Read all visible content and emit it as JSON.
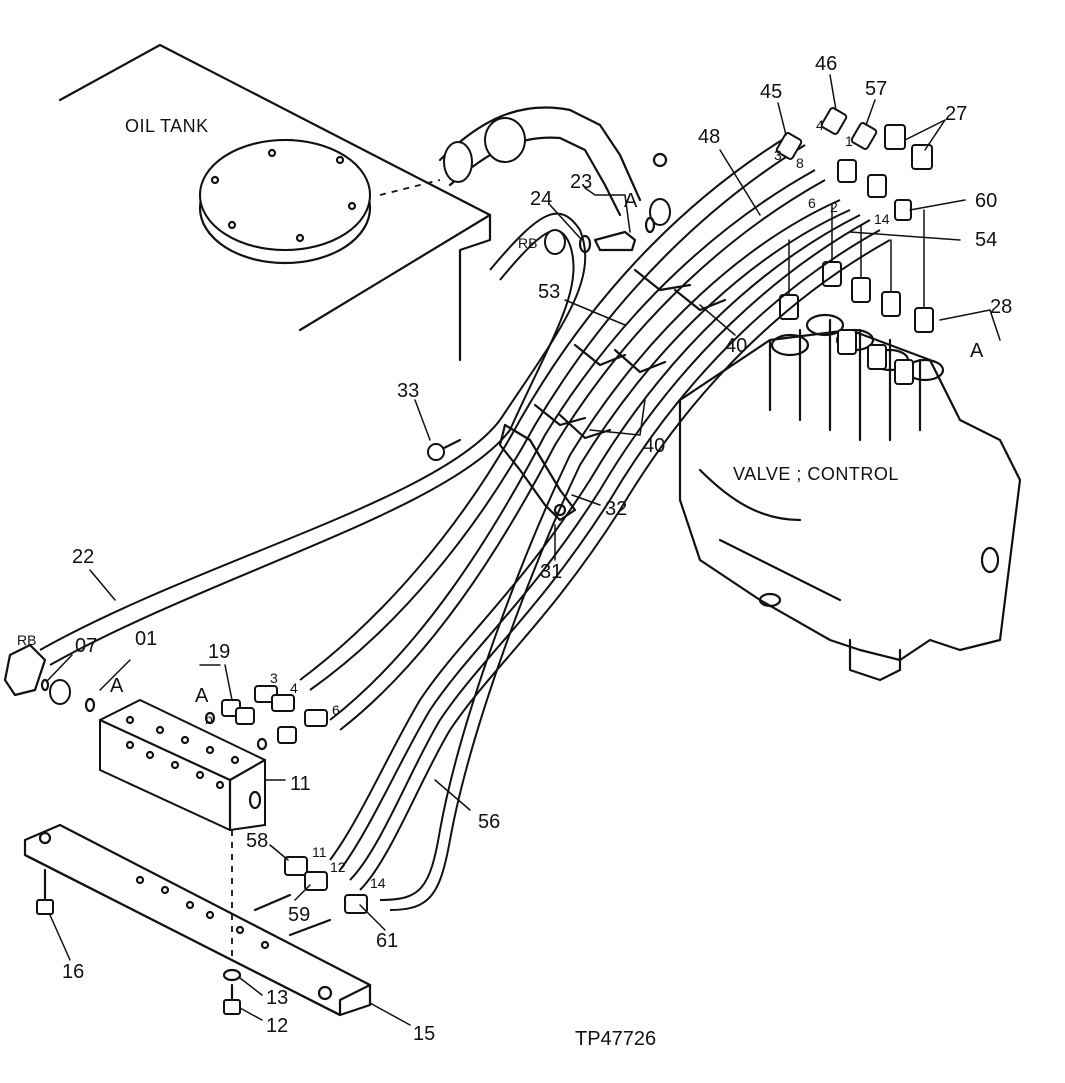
{
  "drawing_id": "TP47726",
  "region_labels": {
    "oil_tank": "OIL TANK",
    "control_valve": "VALVE ; CONTROL"
  },
  "callouts": [
    {
      "id": "46",
      "text": "46"
    },
    {
      "id": "57",
      "text": "57"
    },
    {
      "id": "45",
      "text": "45"
    },
    {
      "id": "27",
      "text": "27"
    },
    {
      "id": "48",
      "text": "48"
    },
    {
      "id": "60",
      "text": "60"
    },
    {
      "id": "23",
      "text": "23"
    },
    {
      "id": "24",
      "text": "24"
    },
    {
      "id": "54",
      "text": "54"
    },
    {
      "id": "53",
      "text": "53"
    },
    {
      "id": "28",
      "text": "28"
    },
    {
      "id": "40a",
      "text": "40"
    },
    {
      "id": "33",
      "text": "33"
    },
    {
      "id": "40b",
      "text": "40"
    },
    {
      "id": "32",
      "text": "32"
    },
    {
      "id": "31",
      "text": "31"
    },
    {
      "id": "22",
      "text": "22"
    },
    {
      "id": "07",
      "text": "07"
    },
    {
      "id": "01",
      "text": "01"
    },
    {
      "id": "19",
      "text": "19"
    },
    {
      "id": "11",
      "text": "11"
    },
    {
      "id": "56",
      "text": "56"
    },
    {
      "id": "58",
      "text": "58"
    },
    {
      "id": "59",
      "text": "59"
    },
    {
      "id": "61",
      "text": "61"
    },
    {
      "id": "16",
      "text": "16"
    },
    {
      "id": "13",
      "text": "13"
    },
    {
      "id": "12",
      "text": "12"
    },
    {
      "id": "15",
      "text": "15"
    }
  ],
  "port_markers": [
    {
      "id": "a1",
      "text": "A"
    },
    {
      "id": "a2",
      "text": "A"
    },
    {
      "id": "a3",
      "text": "A"
    },
    {
      "id": "a4",
      "text": "A"
    },
    {
      "id": "rb1",
      "text": "RB"
    },
    {
      "id": "rb2",
      "text": "RB"
    },
    {
      "id": "h3",
      "text": "3"
    },
    {
      "id": "h4",
      "text": "4"
    },
    {
      "id": "h6",
      "text": "6"
    },
    {
      "id": "h11",
      "text": "11"
    },
    {
      "id": "h12",
      "text": "12"
    },
    {
      "id": "h14",
      "text": "14"
    },
    {
      "id": "t4",
      "text": "4"
    },
    {
      "id": "t3",
      "text": "3"
    },
    {
      "id": "t8",
      "text": "8"
    },
    {
      "id": "t1",
      "text": "1"
    },
    {
      "id": "t6",
      "text": "6"
    },
    {
      "id": "t2",
      "text": "2"
    },
    {
      "id": "t14",
      "text": "14"
    },
    {
      "id": "b",
      "text": "b"
    }
  ]
}
